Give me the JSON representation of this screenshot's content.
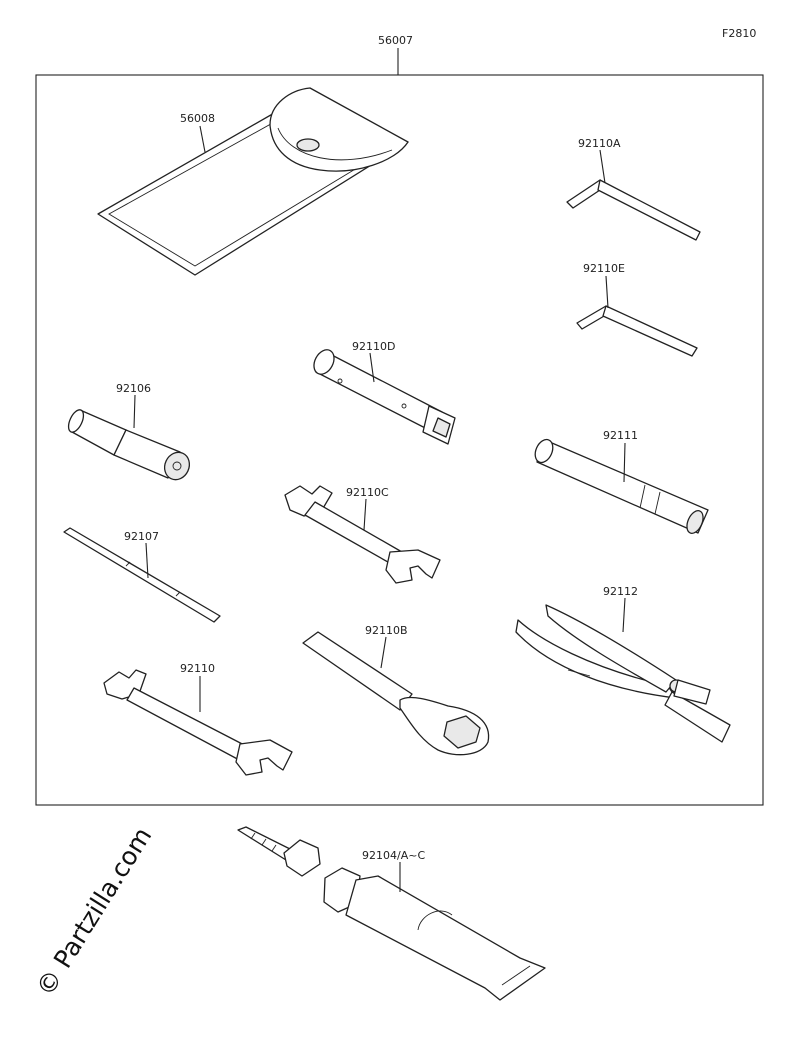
{
  "figure_code": "F2810",
  "watermark": "© Partzilla.com",
  "callouts": {
    "kit": "56007",
    "bag": "56008",
    "hex_key_a": "92110A",
    "hex_key_e": "92110E",
    "box_wrench": "92110D",
    "plug_socket": "92106",
    "handle_bar": "92111",
    "wrench_c": "92110C",
    "screwdriver": "92107",
    "pliers": "92112",
    "wrench_b": "92110B",
    "wrench": "92110",
    "grease_tube": "92104/A~C"
  }
}
